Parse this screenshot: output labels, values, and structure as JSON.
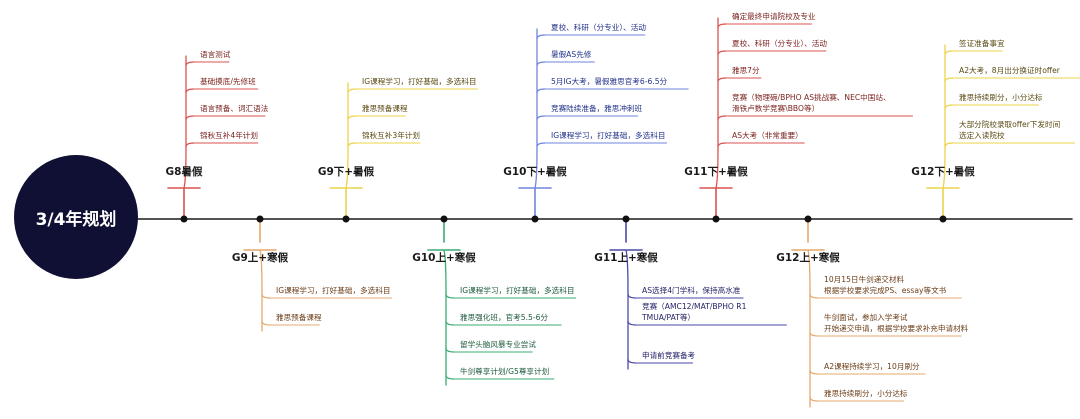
{
  "center": {
    "title": "3/4年规划"
  },
  "timeline": [
    {
      "id": "g8-summer",
      "label": "G8暑假",
      "side": "up",
      "color": "#d9534f",
      "items": [
        [
          "语言测试"
        ],
        [
          "基础摸底/先修班"
        ],
        [
          "语言预备、词汇语法"
        ],
        [
          "锦秋互补4年计划"
        ]
      ]
    },
    {
      "id": "g9-winter",
      "label": "G9上+寒假",
      "side": "down",
      "color": "#e4a96c",
      "items": [
        [
          "IG课程学习，打好基础，多选科目"
        ],
        [
          "雅思预备课程"
        ]
      ]
    },
    {
      "id": "g9-summer",
      "label": "G9下+暑假",
      "side": "up",
      "color": "#ecd34a",
      "items": [
        [
          "IG课程学习，打好基础，多选科目"
        ],
        [
          "雅思预备课程"
        ],
        [
          "锦秋互补3年计划"
        ]
      ]
    },
    {
      "id": "g10-winter",
      "label": "G10上+寒假",
      "side": "down",
      "color": "#3aab72",
      "items": [
        [
          "IG课程学习，打好基础，多选科目"
        ],
        [
          "雅思强化班，官考5.5-6分"
        ],
        [
          "留学头脑风暴专业尝试"
        ],
        [
          "牛剑尊享计划/G5尊享计划"
        ]
      ]
    },
    {
      "id": "g10-summer",
      "label": "G10下+暑假",
      "side": "up",
      "color": "#6f85de",
      "items": [
        [
          "夏校、科研（分专业）、活动"
        ],
        [
          "暑假AS先修"
        ],
        [
          "5月IG大考，暑假雅思官考6-6.5分"
        ],
        [
          "竞赛陆续准备，雅思冲刺班"
        ],
        [
          "IG课程学习，打好基础，多选科目"
        ]
      ]
    },
    {
      "id": "g11-winter",
      "label": "G11上+寒假",
      "side": "down",
      "color": "#4a4aa8",
      "items": [
        [
          "AS选择4门学科，保持高水准"
        ],
        [
          "竞赛（AMC12/MAT/BPHO R1",
          "TMUA/PAT等）"
        ],
        [
          "申请前竞赛备考"
        ]
      ]
    },
    {
      "id": "g11-summer",
      "label": "G11下+暑假",
      "side": "up",
      "color": "#d9534f",
      "items": [
        [
          "确定最终申请院校及专业"
        ],
        [
          "夏校、科研（分专业）、活动"
        ],
        [
          "雅思7分"
        ],
        [
          "竞赛（物理碗/BPHO AS挑战赛、NEC中国站、",
          "滑铁卢数学竞赛\\BBO等）"
        ],
        [
          "AS大考（非常重要）"
        ]
      ]
    },
    {
      "id": "g12-winter",
      "label": "G12上+寒假",
      "side": "down",
      "color": "#e4a96c",
      "items": [
        [
          "10月15日牛剑递交材料",
          "根据学校要求完成PS、essay等文书"
        ],
        [
          "牛剑面试，参加入学考试",
          "开始递交申请，根据学校要求补充申请材料"
        ],
        [
          "A2课程持续学习，10月刷分"
        ],
        [
          "雅思持续刷分，小分达标"
        ]
      ]
    },
    {
      "id": "g12-summer",
      "label": "G12下+暑假",
      "side": "up",
      "color": "#ecd34a",
      "items": [
        [
          "签证准备事宜"
        ],
        [
          "A2大考，8月出分换证时offer"
        ],
        [
          "雅思持续刷分，小分达标"
        ],
        [
          "大部分院校录取offer下发时间",
          "选定入读院校"
        ]
      ]
    }
  ]
}
